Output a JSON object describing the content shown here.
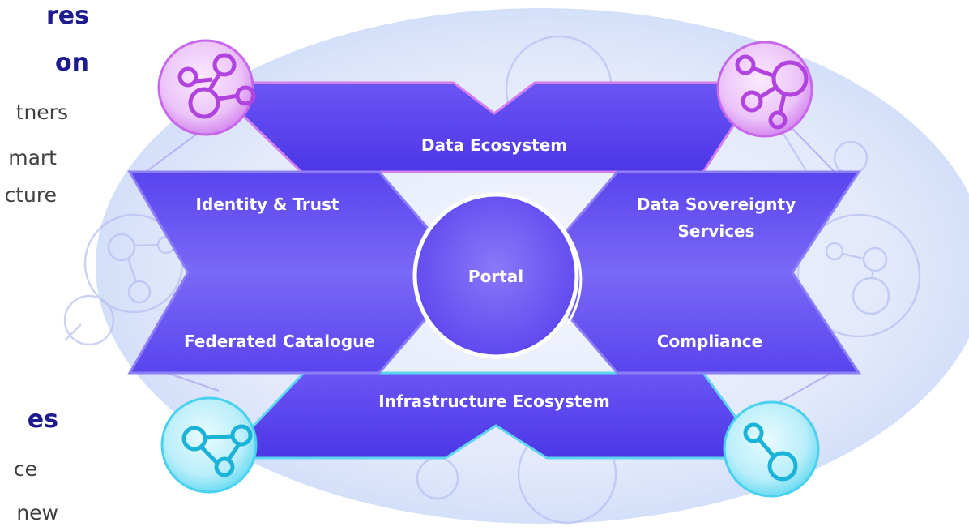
{
  "left_text": {
    "heading1_line1": "res",
    "heading1_line2": "on",
    "body1_line1": "tners",
    "body1_line2": "mart",
    "body1_line3": "cture",
    "heading2": "es",
    "body2_line1": "ce",
    "body2_line2": "new"
  },
  "diagram": {
    "top_band_label": "Data Ecosystem",
    "bottom_band_label": "Infrastructure Ecosystem",
    "left_top_label": "Identity & Trust",
    "left_bottom_label": "Federated Catalogue",
    "right_top_label_line1": "Data Sovereignty",
    "right_top_label_line2": "Services",
    "right_bottom_label": "Compliance",
    "center_label": "Portal",
    "colors": {
      "band_fill": "#5b45f0",
      "band_dark": "#4530d8",
      "label_text": "#ffffff",
      "purple_node": "#c86be8",
      "cyan_node": "#4fd3ef",
      "ellipse_light": "#dce3fb"
    },
    "icons": [
      "network-node-icon",
      "network-node-icon",
      "network-node-icon",
      "network-node-icon"
    ]
  }
}
